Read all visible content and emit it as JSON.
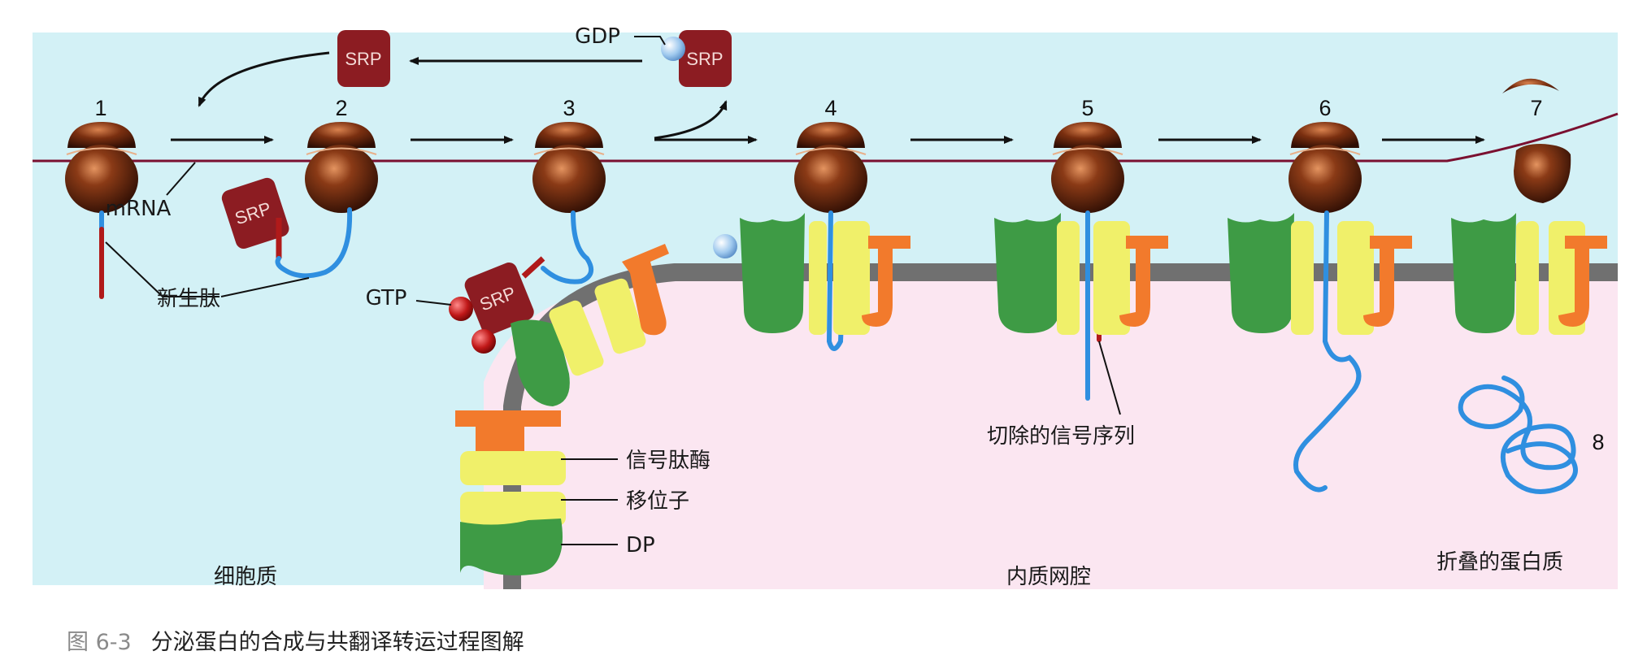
{
  "steps": [
    "1",
    "2",
    "3",
    "4",
    "5",
    "6",
    "7",
    "8"
  ],
  "labels": {
    "mrna": "mRNA",
    "nascent_peptide": "新生肽",
    "gtp": "GTP",
    "gdp": "GDP",
    "srp": "SRP",
    "signal_peptidase": "信号肽酶",
    "translocon": "移位子",
    "dp": "DP",
    "cleaved_signal": "切除的信号序列",
    "cytosol": "细胞质",
    "er_lumen": "内质网腔",
    "folded_protein": "折叠的蛋白质"
  },
  "caption": {
    "figure_number": "图 6-3",
    "title": "分泌蛋白的合成与共翻译转运过程图解"
  },
  "colors": {
    "ribosome": "#6b2a10",
    "mrna": "#7a1030",
    "srp": "#8c1c22",
    "peptide": "#2f8fe0",
    "signal_seq": "#b01a1a",
    "dp": "#3e9b45",
    "translocon": "#f0f06a",
    "peptidase": "#f27a2c",
    "membrane": "#707070",
    "cytosol_bg": "#d3f1f6",
    "lumen_bg": "#fbe6f1"
  }
}
